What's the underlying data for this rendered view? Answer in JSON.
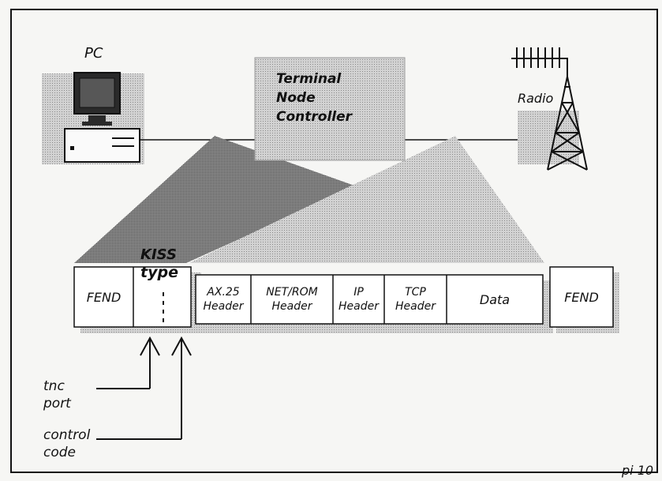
{
  "pc_label": "PC",
  "radio_label": "Radio",
  "tnc": {
    "line1": "Terminal",
    "line2": "Node",
    "line3": "Controller"
  },
  "kiss": {
    "line1": "KISS",
    "line2": "type"
  },
  "frame": {
    "fend_left": "FEND",
    "fend_right": "FEND",
    "ax25": {
      "l1": "AX.25",
      "l2": "Header"
    },
    "netrom": {
      "l1": "NET/ROM",
      "l2": "Header"
    },
    "ip": {
      "l1": "IP",
      "l2": "Header"
    },
    "tcp": {
      "l1": "TCP",
      "l2": "Header"
    },
    "data": "Data"
  },
  "tnc_port": {
    "l1": "tnc",
    "l2": "port"
  },
  "control_code": {
    "l1": "control",
    "l2": "code"
  },
  "page_code": "pi 10",
  "colors": {
    "dark_fill": "#7d7d7d",
    "light_fill": "#c8c8c8",
    "shadow": "#9a9a9a",
    "line": "#111111"
  }
}
